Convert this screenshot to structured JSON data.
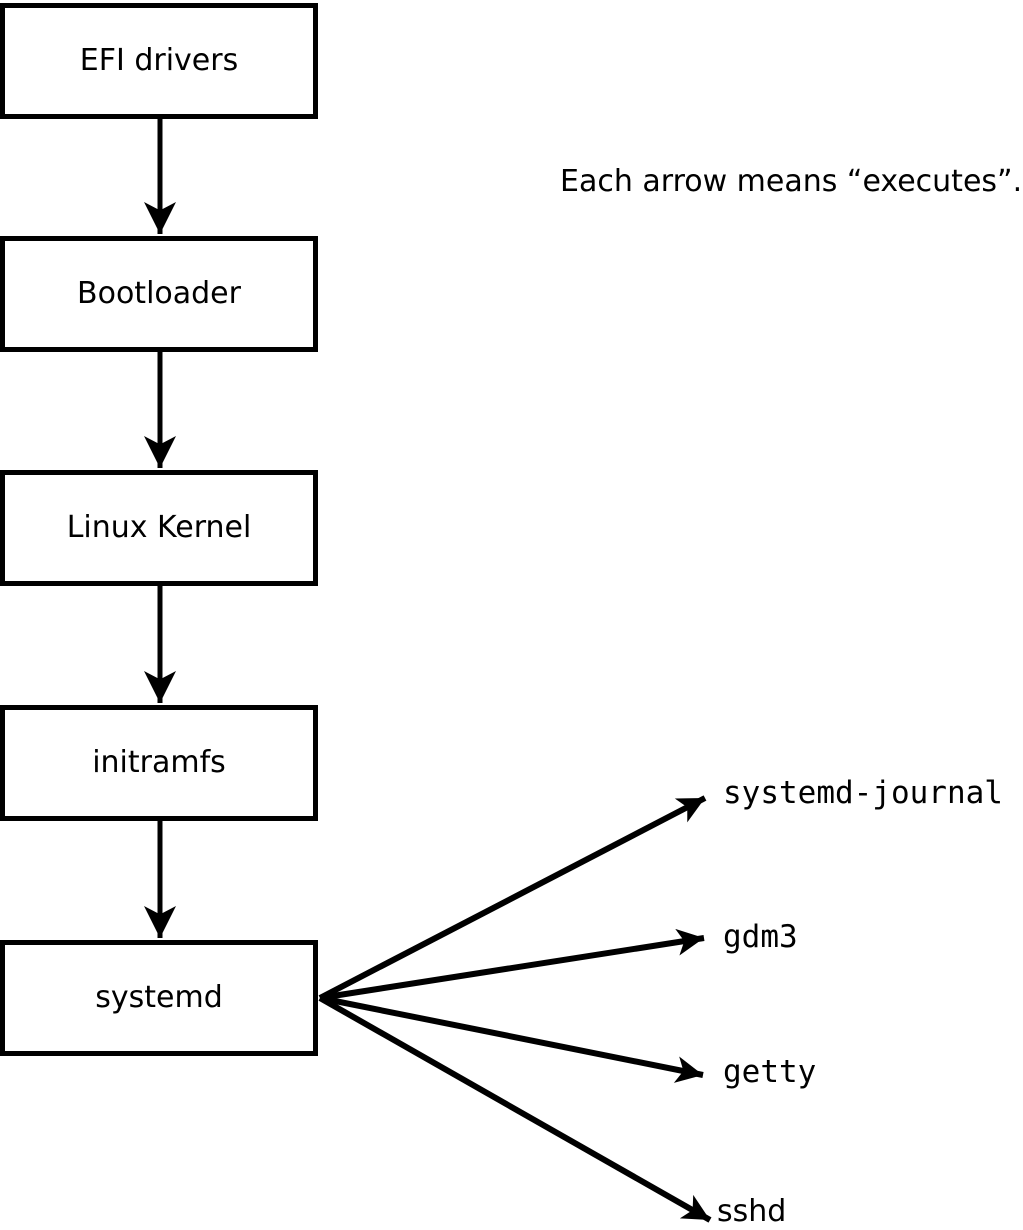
{
  "caption": {
    "text": "Each arrow means “executes”."
  },
  "boot_chain": {
    "boxes": [
      {
        "label": "EFI drivers"
      },
      {
        "label": "Bootloader"
      },
      {
        "label": "Linux Kernel"
      },
      {
        "label": "initramfs"
      },
      {
        "label": "systemd"
      }
    ]
  },
  "spawned_processes": [
    {
      "label": "systemd-journal"
    },
    {
      "label": "gdm3"
    },
    {
      "label": "getty"
    },
    {
      "label": "sshd"
    }
  ],
  "colors": {
    "stroke": "#000000",
    "background": "#ffffff",
    "box_fill": "#ffffff"
  }
}
